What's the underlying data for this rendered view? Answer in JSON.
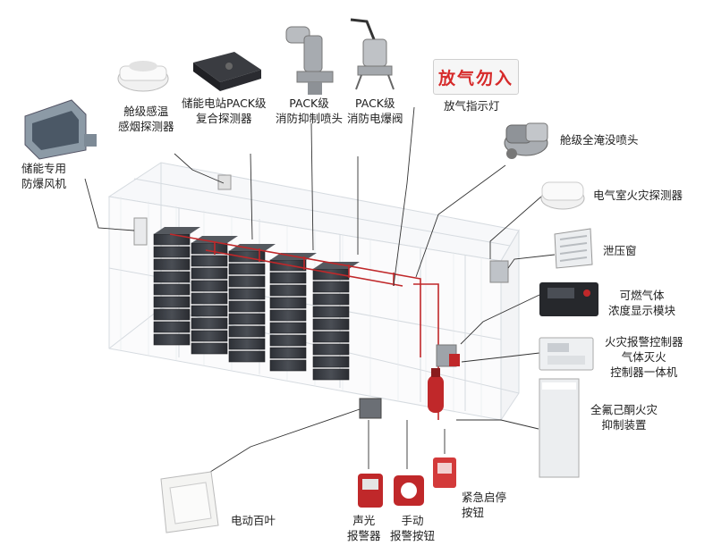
{
  "labels": {
    "fan": [
      "储能专用",
      "防爆风机"
    ],
    "temp_smoke": [
      "舱级感温",
      "感烟探测器"
    ],
    "pack_composite": [
      "储能电站PACK级",
      "复合探测器"
    ],
    "pack_nozzle": [
      "PACK级",
      "消防抑制喷头"
    ],
    "pack_valve": [
      "PACK级",
      "消防电爆阀"
    ],
    "gas_sign_label": "放气指示灯",
    "gas_sign_text": "放气勿入",
    "flood_nozzle": "舱级全淹没喷头",
    "room_detector": "电气室火灾探测器",
    "relief_window": "泄压窗",
    "gas_display": [
      "可燃气体",
      "浓度显示模块"
    ],
    "controller": [
      "火灾报警控制器",
      "气体灭火",
      "控制器一体机"
    ],
    "suppression": [
      "全氟己酮火灾",
      "抑制装置"
    ],
    "louver": "电动百叶",
    "sound_light": [
      "声光",
      "报警器"
    ],
    "manual_alarm": [
      "手动",
      "报警按钮"
    ],
    "emergency": [
      "紧急启停",
      "按钮"
    ]
  },
  "colors": {
    "pipe_red": "#c0282a",
    "frame": "#d6dbe0",
    "battery": "#3b3e44",
    "sign_text": "#d62a2a"
  }
}
